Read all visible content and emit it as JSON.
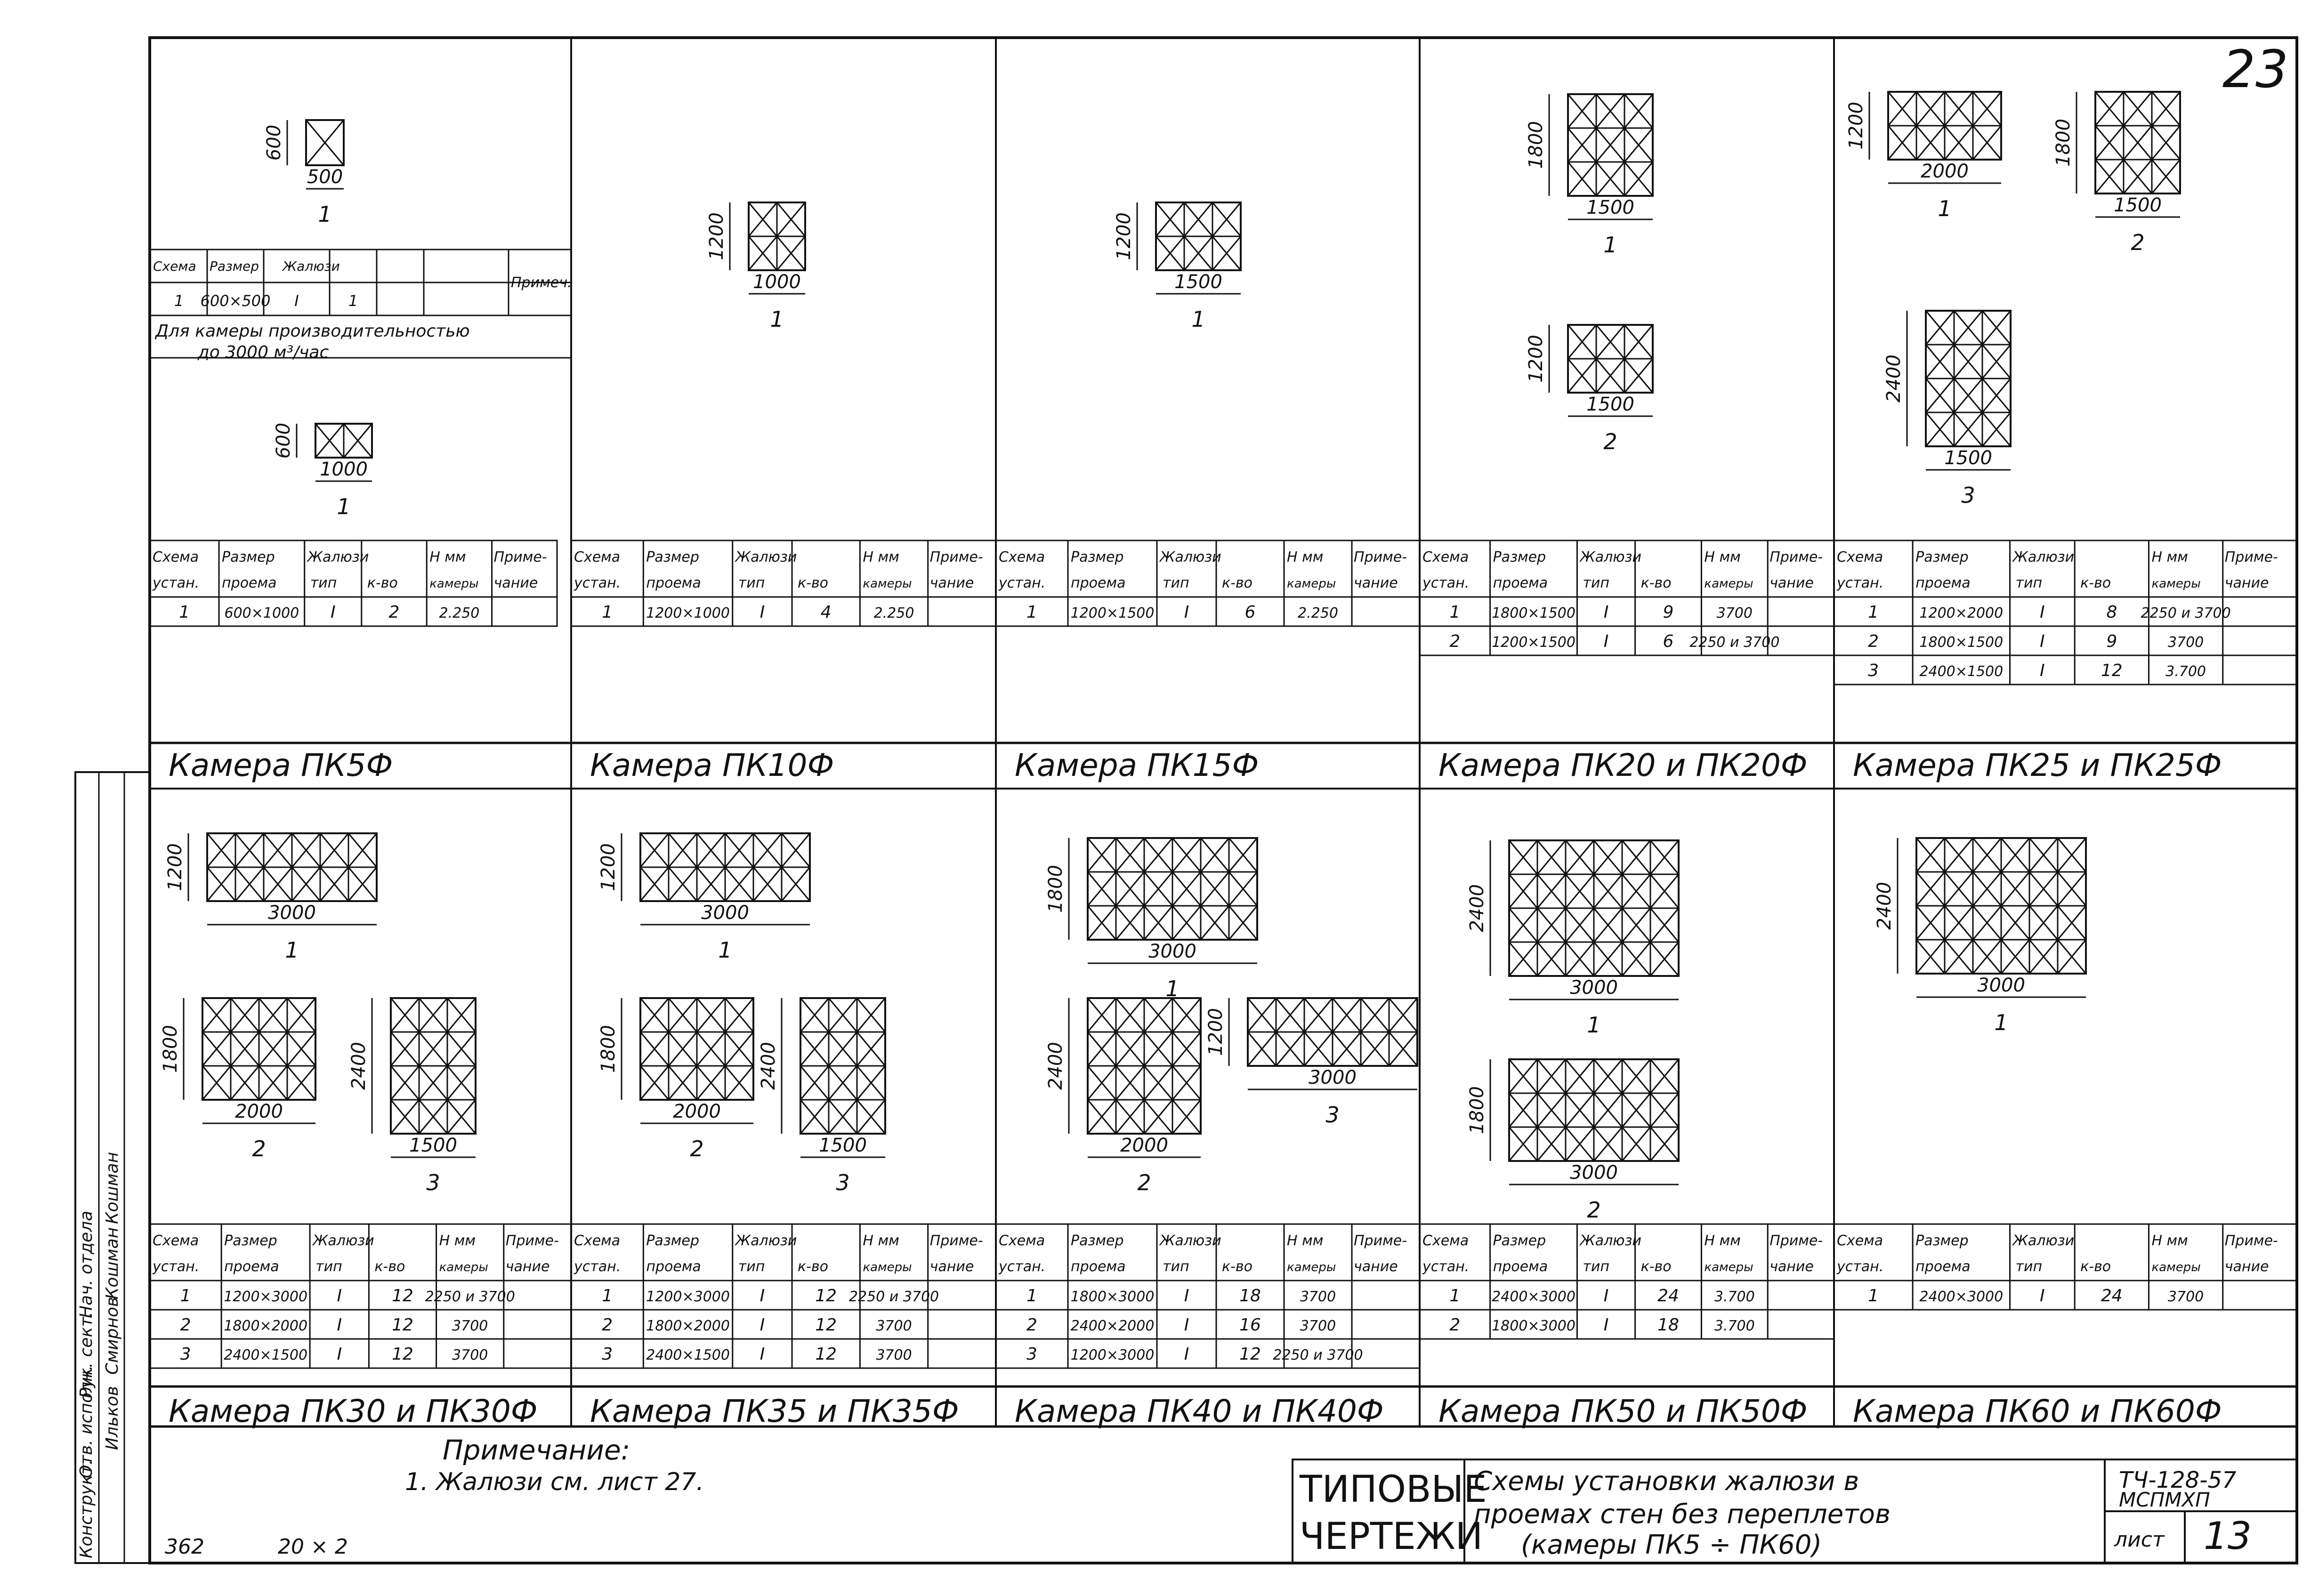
{
  "sheet_number": "23",
  "table_headers": {
    "scheme": "Схема",
    "scheme2": "устан.",
    "size": "Размер",
    "size2": "проема",
    "louvres": "Жалюзи",
    "type": "тип",
    "count": "к-во",
    "h": "H мм",
    "chamber": "камеры",
    "note": "Приме-",
    "note2": "чание"
  },
  "panels": [
    {
      "id": "pk5",
      "title": "Камера ПК5Ф",
      "schemes": [
        {
          "label": "1",
          "w": "500",
          "h": "600"
        },
        {
          "label": "1",
          "w": "1000",
          "h": "600"
        }
      ],
      "special_table": {
        "row": [
          "1",
          "600×500",
          "I",
          "1"
        ],
        "header_note": "Примеч."
      },
      "special_note_1": "Для камеры производительностью",
      "special_note_2": "до 3000 м³/час",
      "rows": [
        [
          "1",
          "600×1000",
          "I",
          "2",
          "2.250"
        ]
      ]
    },
    {
      "id": "pk10",
      "title": "Камера ПК10Ф",
      "schemes": [
        {
          "label": "1",
          "w": "1000",
          "h": "1200"
        }
      ],
      "rows": [
        [
          "1",
          "1200×1000",
          "I",
          "4",
          "2.250"
        ]
      ]
    },
    {
      "id": "pk15",
      "title": "Камера ПК15Ф",
      "schemes": [
        {
          "label": "1",
          "w": "1500",
          "h": "1200"
        }
      ],
      "rows": [
        [
          "1",
          "1200×1500",
          "I",
          "6",
          "2.250"
        ]
      ]
    },
    {
      "id": "pk20",
      "title": "Камера ПК20 и ПК20Ф",
      "schemes": [
        {
          "label": "1",
          "w": "1500",
          "h": "1800"
        },
        {
          "label": "2",
          "w": "1500",
          "h": "1200"
        }
      ],
      "rows": [
        [
          "1",
          "1800×1500",
          "I",
          "9",
          "3700"
        ],
        [
          "2",
          "1200×1500",
          "I",
          "6",
          "2250 и 3700"
        ]
      ]
    },
    {
      "id": "pk25",
      "title": "Камера ПК25 и ПК25Ф",
      "schemes": [
        {
          "label": "1",
          "w": "2000",
          "h": "1200"
        },
        {
          "label": "2",
          "w": "1500",
          "h": "1800"
        },
        {
          "label": "3",
          "w": "1500",
          "h": "2400"
        }
      ],
      "rows": [
        [
          "1",
          "1200×2000",
          "I",
          "8",
          "2250 и 3700"
        ],
        [
          "2",
          "1800×1500",
          "I",
          "9",
          "3700"
        ],
        [
          "3",
          "2400×1500",
          "I",
          "12",
          "3.700"
        ]
      ]
    },
    {
      "id": "pk30",
      "title": "Камера ПК30 и ПК30Ф",
      "schemes": [
        {
          "label": "1",
          "w": "3000",
          "h": "1200"
        },
        {
          "label": "2",
          "w": "2000",
          "h": "1800"
        },
        {
          "label": "3",
          "w": "1500",
          "h": "2400"
        }
      ],
      "rows": [
        [
          "1",
          "1200×3000",
          "I",
          "12",
          "2250 и 3700"
        ],
        [
          "2",
          "1800×2000",
          "I",
          "12",
          "3700"
        ],
        [
          "3",
          "2400×1500",
          "I",
          "12",
          "3700"
        ]
      ]
    },
    {
      "id": "pk35",
      "title": "Камера ПК35 и ПК35Ф",
      "schemes": [
        {
          "label": "1",
          "w": "3000",
          "h": "1200"
        },
        {
          "label": "2",
          "w": "2000",
          "h": "1800"
        },
        {
          "label": "3",
          "w": "1500",
          "h": "2400"
        }
      ],
      "rows": [
        [
          "1",
          "1200×3000",
          "I",
          "12",
          "2250 и 3700"
        ],
        [
          "2",
          "1800×2000",
          "I",
          "12",
          "3700"
        ],
        [
          "3",
          "2400×1500",
          "I",
          "12",
          "3700"
        ]
      ]
    },
    {
      "id": "pk40",
      "title": "Камера ПК40 и ПК40Ф",
      "schemes": [
        {
          "label": "1",
          "w": "3000",
          "h": "1800"
        },
        {
          "label": "2",
          "w": "2000",
          "h": "2400"
        },
        {
          "label": "3",
          "w": "3000",
          "h": "1200"
        }
      ],
      "rows": [
        [
          "1",
          "1800×3000",
          "I",
          "18",
          "3700"
        ],
        [
          "2",
          "2400×2000",
          "I",
          "16",
          "3700"
        ],
        [
          "3",
          "1200×3000",
          "I",
          "12",
          "2250 и 3700"
        ]
      ]
    },
    {
      "id": "pk50",
      "title": "Камера ПК50 и ПК50Ф",
      "schemes": [
        {
          "label": "1",
          "w": "3000",
          "h": "2400"
        },
        {
          "label": "2",
          "w": "3000",
          "h": "1800"
        }
      ],
      "rows": [
        [
          "1",
          "2400×3000",
          "I",
          "24",
          "3.700"
        ],
        [
          "2",
          "1800×3000",
          "I",
          "18",
          "3.700"
        ]
      ]
    },
    {
      "id": "pk60",
      "title": "Камера ПК60 и ПК60Ф",
      "schemes": [
        {
          "label": "1",
          "w": "3000",
          "h": "2400"
        }
      ],
      "rows": [
        [
          "1",
          "2400×3000",
          "I",
          "24",
          "3700"
        ]
      ]
    }
  ],
  "note": {
    "heading": "Примечание:",
    "line1": "1. Жалюзи см. лист 27."
  },
  "footer_left": {
    "a": "362",
    "b": "20 × 2"
  },
  "stamp": {
    "line1": "ТИПОВЫЕ",
    "line2": "ЧЕРТЕЖИ"
  },
  "title_block": {
    "line1": "Схемы установки жалюзи в",
    "line2": "проемах стен без переплетов",
    "line3": "(камеры ПК5 ÷ ПК60)",
    "code1": "ТЧ-128-57",
    "code2": "МСПМХП",
    "sheet_label": "лист",
    "sheet_no": "13"
  },
  "side_block": {
    "roles": [
      "Конструкт.",
      "Отв. исполн.",
      "Рук. сект.",
      "Нач. отдела"
    ],
    "names": [
      "Ильков",
      "Смирнов",
      "Кошман",
      "Кошман"
    ]
  }
}
